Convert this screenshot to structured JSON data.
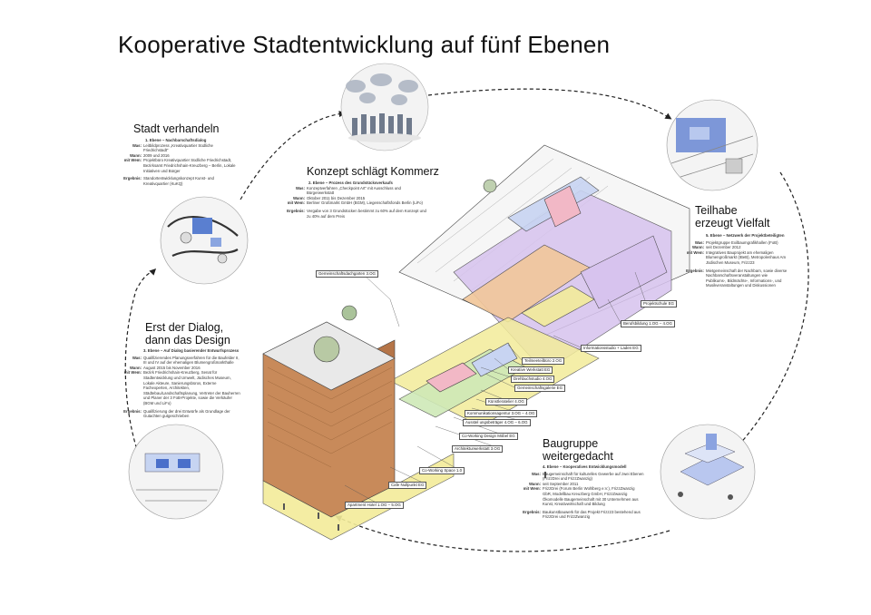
{
  "title": "Kooperative Stadtentwicklung auf fünf Ebenen",
  "colors": {
    "wood": "#c88a5a",
    "yellow": "#f3ec9a",
    "green": "#cfe9b7",
    "purple": "#d7c3ee",
    "blue": "#c8d4f2",
    "pink": "#f2b8c6",
    "orange": "#f2c79a",
    "red": "#e0503a"
  },
  "sections": {
    "stadt": {
      "heading": "Stadt verhandeln",
      "level": "1. Ebene – Nachbarschaftsdialog",
      "rows": [
        {
          "k": "Was:",
          "v": "Leitbildprozess „Kreativquartier Südliche Friedrichstadt“"
        },
        {
          "k": "Wann:",
          "v": "2009 und 2016"
        },
        {
          "k": "mit Wem:",
          "v": "Projektbüro Kreativquartier Südliche Friedrichstadt, Bezirksamt Friedrichshain-Kreuzberg – Berlin, Lokale Initiativen und Bürger"
        }
      ],
      "result_k": "Ergebnis:",
      "result_v": "Standortentwicklungskonzept Kunst- und Kreativquartier (KuKQ)"
    },
    "konzept": {
      "heading": "Konzept schlägt Kommerz",
      "level": "2. Ebene – Prozess des Grundstücksverkaufs",
      "rows": [
        {
          "k": "Was:",
          "v": "Konzeptverfahren „Checkpoint Art“ mit Ausschluss und Bürgerwerkstatt"
        },
        {
          "k": "Wann:",
          "v": "Oktober 2011 bis Dezember 2015"
        },
        {
          "k": "mit Wem:",
          "v": "Berliner Großmarkt GmbH (BGM), Liegenschaftsfonds Berlin (LiFo)"
        }
      ],
      "result_k": "Ergebnis:",
      "result_v": "Vergabe von 3 Grundstücken bestimmt zu 60% auf dem Konzept und zu 40% auf dem Preis"
    },
    "teilhabe": {
      "heading_1": "Teilhabe",
      "heading_2": "erzeugt Vielfalt",
      "level": "5. Ebene – Netzwerk der Projektbeteiligten",
      "rows": [
        {
          "k": "Was:",
          "v": "Projektgruppe Exilbaumgrafikhallen (FoB)"
        },
        {
          "k": "Wann:",
          "v": "seit Dezember 2012"
        },
        {
          "k": "mit Wem:",
          "v": "Integratives Bauprojekt am ehemaligen Blumengroßmarkt (IBeB), Metropolenhaus Am Jüdischen Museum, Frizz23"
        }
      ],
      "result_k": "Ergebnis:",
      "result_v": "Mietgemeinschaft der Nachbarn, sowie diverse Nachbarschaftsveranstaltungen wie Publikums-, Bildmächte-, Informations-, und Musikveranstaltungen und Diskussionen"
    },
    "dialog": {
      "heading_1": "Erst der Dialog,",
      "heading_2": "dann das Design",
      "level": "3. Ebene – Auf Dialog basierender Entwurfsprozess",
      "rows": [
        {
          "k": "Was:",
          "v": "Qualifizierendes Planungsverfahren für die Baufelder II, III und IV auf der ehemaligen Blumengroßmarkthalle"
        },
        {
          "k": "Wann:",
          "v": "August 2015 bis November 2016"
        },
        {
          "k": "mit Wem:",
          "v": "Bezirk Friedrichshain-Kreuzberg, Senat für Stadtentwicklung und Umwelt, Jüdisches Museum, Lokale Akteure, Sanierungsbüros, Externe Fachexperten, Architekten, Städtebau/Landschaftsplanung, Vertreter der Bauherren und Planer der 3 FoB-Projekte, sowie die Verkäufer (BGM und LiFo)"
        }
      ],
      "result_k": "Ergebnis:",
      "result_v": "Qualifizierung der drei Entwürfe als Grundlage der Gutachten gutgeschrieben"
    },
    "baugruppe": {
      "heading_1": "Baugruppe",
      "heading_2": "weitergedacht",
      "level": "4. Ebene – Kooperatives Entwicklungsmodell",
      "rows": [
        {
          "k": "Was:",
          "v": "Baugemeinschaft für kulturelles Gewerbe auf zwei Ebenen (FrizzDrei und FrizzZwanzig)"
        },
        {
          "k": "Wann:",
          "v": "seit September 2011"
        },
        {
          "k": "mit Wem:",
          "v": "FrizzDrei (Forum Berlin Wohlberg e.V.), FrizzZwanzig GbR, Modellbau Kreuzberg GmbH, FrizzZwanzig Ökomodelle Baugemeinschaft mit 30 Unternehmen aus Kunst, Kreativwirtschaft und Bildung"
        }
      ],
      "result_k": "Ergebnis:",
      "result_v": "Baukunstbauwerk für das Projekt Frizz23 bestehend aus FrizzDrei und FrizzZwanzig"
    }
  },
  "building_tags": [
    "Gemeinschaftsdachgarten 3.OG",
    "Projektschule EG",
    "Berufsbildung 1.OG – 4.OG",
    "Informationsstudio + Laden EG",
    "Teilmeeteilbüro 2.OG",
    "Kreative Werkstatt EG",
    "Drehbuchstudio 4.OG",
    "Gemeinschaftsgalerie EG",
    "Künstleratelier 4.OG",
    "Kommunikationsagentur 3.OG – 4.OG",
    "Ausstel ungsbeträger 4.OG – 6.OG",
    "Co-Working Design Möbel EG",
    "Architekturwerkstatt 3.OG",
    "Co-Working Space 1.0",
    "Cafe Nullpunkt EG",
    "Apartment Hotel 1.OG – 5.OG"
  ]
}
